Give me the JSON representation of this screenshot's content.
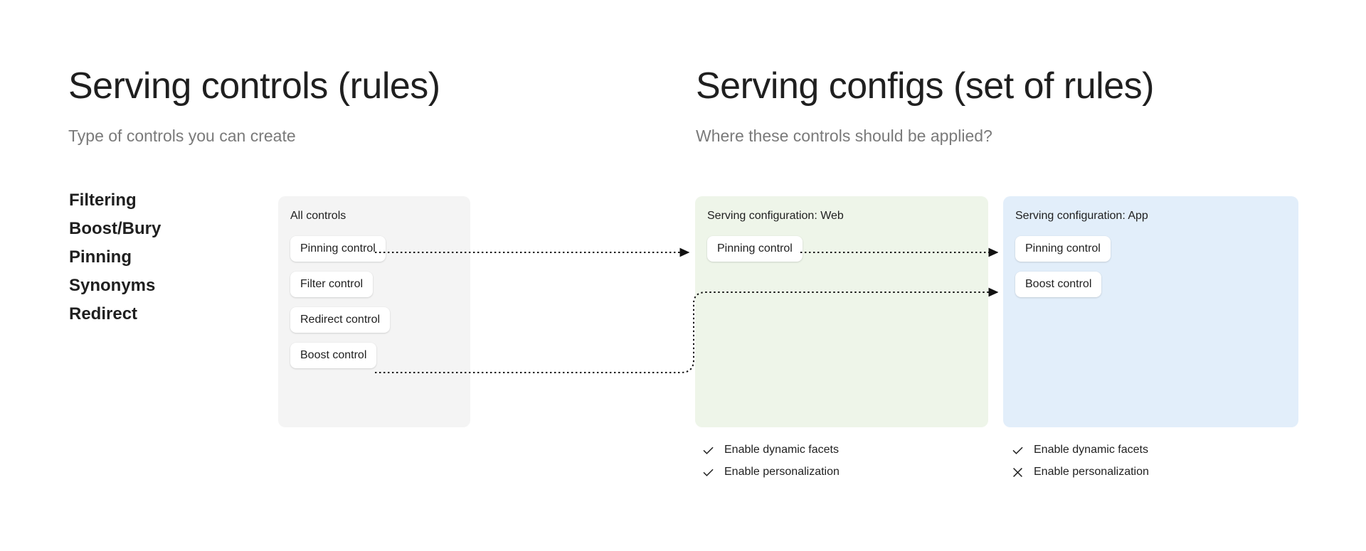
{
  "columns": {
    "left": {
      "title": "Serving controls (rules)",
      "subtitle": "Type of controls you can create",
      "types": [
        {
          "label": "Filtering"
        },
        {
          "label": "Boost/Bury"
        },
        {
          "label": "Pinning"
        },
        {
          "label": "Synonyms"
        },
        {
          "label": "Redirect"
        }
      ]
    },
    "right": {
      "title": "Serving configs (set of rules)",
      "subtitle": "Where these controls should be applied?"
    }
  },
  "panels": {
    "all_controls": {
      "label": "All controls",
      "background": "#f4f4f4",
      "chips": [
        {
          "label": "Pinning control"
        },
        {
          "label": "Filter control"
        },
        {
          "label": "Redirect control"
        },
        {
          "label": "Boost control"
        }
      ]
    },
    "serving_config_web": {
      "label": "Serving configuration: Web",
      "background": "#eef5e9",
      "chips": [
        {
          "label": "Pinning control"
        }
      ],
      "options": [
        {
          "icon": "check-icon",
          "label": "Enable dynamic facets"
        },
        {
          "icon": "check-icon",
          "label": "Enable personalization"
        }
      ]
    },
    "serving_config_app": {
      "label": "Serving configuration: App",
      "background": "#e2eefa",
      "chips": [
        {
          "label": "Pinning control"
        },
        {
          "label": "Boost control"
        }
      ],
      "options": [
        {
          "icon": "check-icon",
          "label": "Enable dynamic facets"
        },
        {
          "icon": "cross-icon",
          "label": "Enable personalization"
        }
      ]
    }
  },
  "connectors": {
    "style": "dotted",
    "color": "#111111",
    "arrowhead": "solid-triangle",
    "links": [
      {
        "from": "all-controls.pinning-control",
        "to": "serving-config-web.pinning-control"
      },
      {
        "from": "serving-config-web.pinning-control",
        "to": "serving-config-app.pinning-control"
      },
      {
        "from": "all-controls.boost-control",
        "to": "serving-config-app.boost-control"
      }
    ]
  }
}
